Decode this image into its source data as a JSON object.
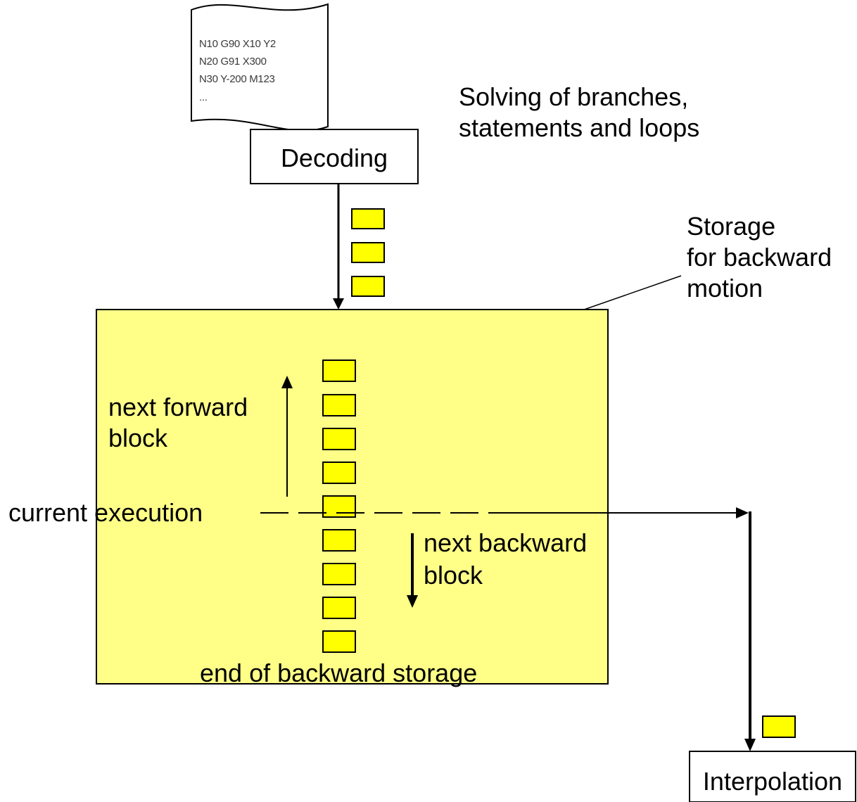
{
  "program_document": {
    "lines": [
      "N10 G90 X10 Y2",
      "N20 G91 X300",
      "N30 Y-200 M123",
      "..."
    ]
  },
  "decoding_box": {
    "label": "Decoding"
  },
  "annotations": {
    "solving": "Solving of branches,\nstatements and loops",
    "storage": "Storage\nfor backward\nmotion",
    "next_forward": "next forward\nblock",
    "next_backward": "next backward\nblock",
    "current_execution": "current execution",
    "end_of_storage": "end of backward storage"
  },
  "interpolation_box": {
    "label": "Interpolation"
  },
  "colors": {
    "storage_fill": "#ffff88",
    "block_fill": "#ffff00",
    "outline": "#000000"
  }
}
